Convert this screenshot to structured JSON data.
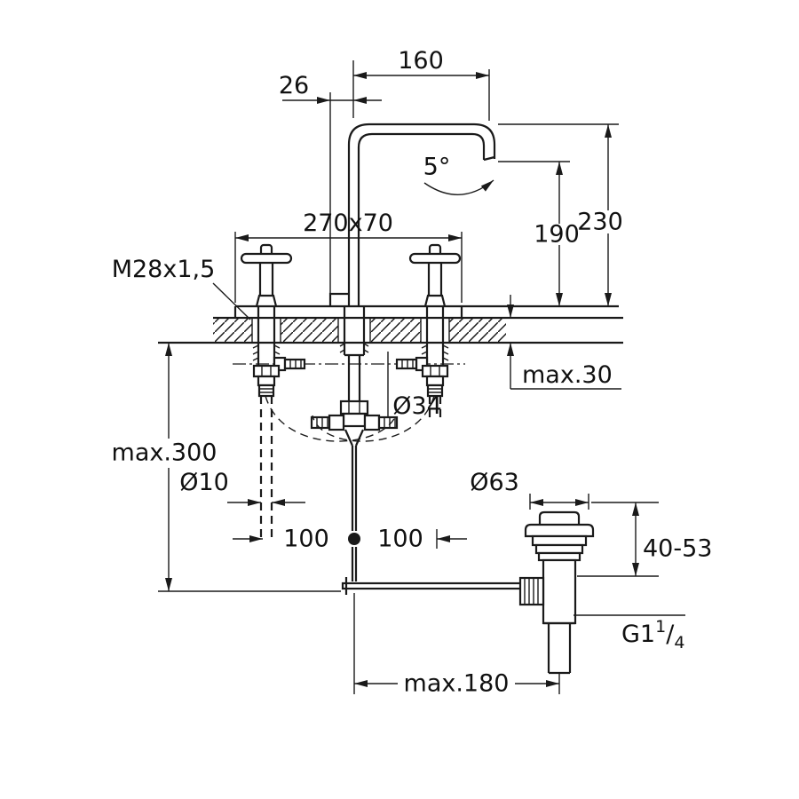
{
  "page": {
    "background": "#ffffff",
    "line_color": "#1a1a1a"
  },
  "labels": {
    "spout_reach": "160",
    "spout_offset": "26",
    "spout_angle": "5°",
    "plate_size": "270x70",
    "outlet_height": "190",
    "total_height": "230",
    "thread_spec": "M28x1,5",
    "deck_max_thickness": "max.30",
    "hole_diameter": "Ø34",
    "max_depth": "max.300",
    "pipe_diameter": "Ø10",
    "spacing_left": "100",
    "spacing_right": "100",
    "drain_flange_diameter": "Ø63",
    "adjust_range": "40-53",
    "drain_thread_base": "G1",
    "drain_thread_numerator": "1",
    "drain_thread_slash": "/",
    "drain_thread_denominator": "4",
    "projection_max": "max.180"
  }
}
